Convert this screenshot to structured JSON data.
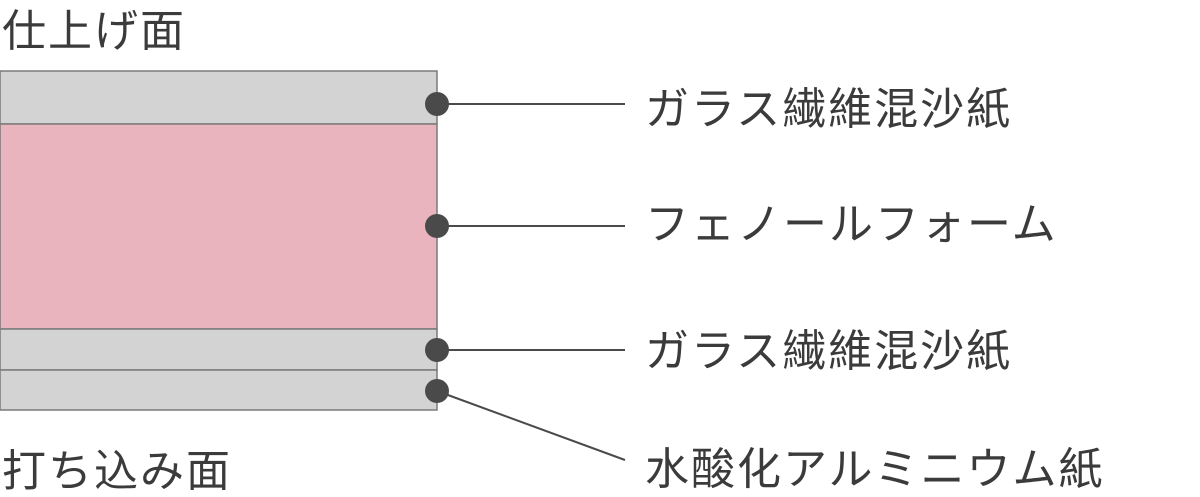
{
  "surfaces": {
    "top": "仕上げ面",
    "bottom": "打ち込み面"
  },
  "layers": [
    {
      "label": "ガラス繊維混沙紙",
      "color": "#d3d3d3"
    },
    {
      "label": "フェノールフォーム",
      "color": "#e9b4bd"
    },
    {
      "label": "ガラス繊維混沙紙",
      "color": "#d3d3d3"
    },
    {
      "label": "水酸化アルミニウム紙",
      "color": "#d3d3d3"
    }
  ],
  "colors": {
    "border": "#7a7a7a",
    "leader": "#4a4a4a",
    "text": "#3b3b3b"
  }
}
